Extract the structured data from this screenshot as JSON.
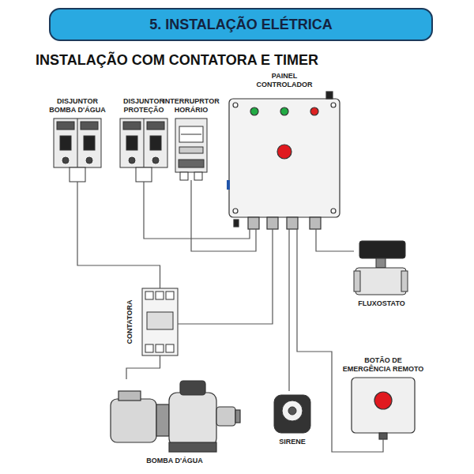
{
  "diagram": {
    "title": "5. INSTALAÇÃO ELÉTRICA",
    "nodes": [
      {
        "text": [
          "DISJUNTOR BOMBA D'ÁGUA"
        ]
      },
      {
        "text": [
          "DISJUNTOR PROTEÇÃO"
        ]
      },
      {
        "text": [
          "INTERRUPRTOR HORÁRIO"
        ]
      },
      {
        "text": [
          "PAINEL CONTROLADOR"
        ]
      },
      {
        "text": [
          "FLUXOSTATO"
        ]
      },
      {
        "text": [
          "CONTATORA"
        ]
      },
      {
        "text": [
          "BOMBA D'ÁGUA"
        ]
      },
      {
        "text": [
          "SIRENE"
        ]
      },
      {
        "text": [
          "BOTÃO DE EMERGÊNCIA REMOTO"
        ]
      }
    ],
    "edges": [
      {
        "from": 0,
        "to": 5,
        "arrow": "none"
      },
      {
        "from": 1,
        "to": 3,
        "arrow": "none"
      },
      {
        "from": 2,
        "to": 3,
        "arrow": "none"
      },
      {
        "from": 5,
        "to": 3,
        "arrow": "none"
      },
      {
        "from": 5,
        "to": 6,
        "arrow": "none"
      },
      {
        "from": 3,
        "to": 7,
        "arrow": "none"
      },
      {
        "from": 3,
        "to": 8,
        "arrow": "none"
      },
      {
        "from": 3,
        "to": 4,
        "arrow": "none"
      }
    ],
    "labels": [
      "INSTALAÇÃO COM CONTATORA E TIMER"
    ]
  }
}
